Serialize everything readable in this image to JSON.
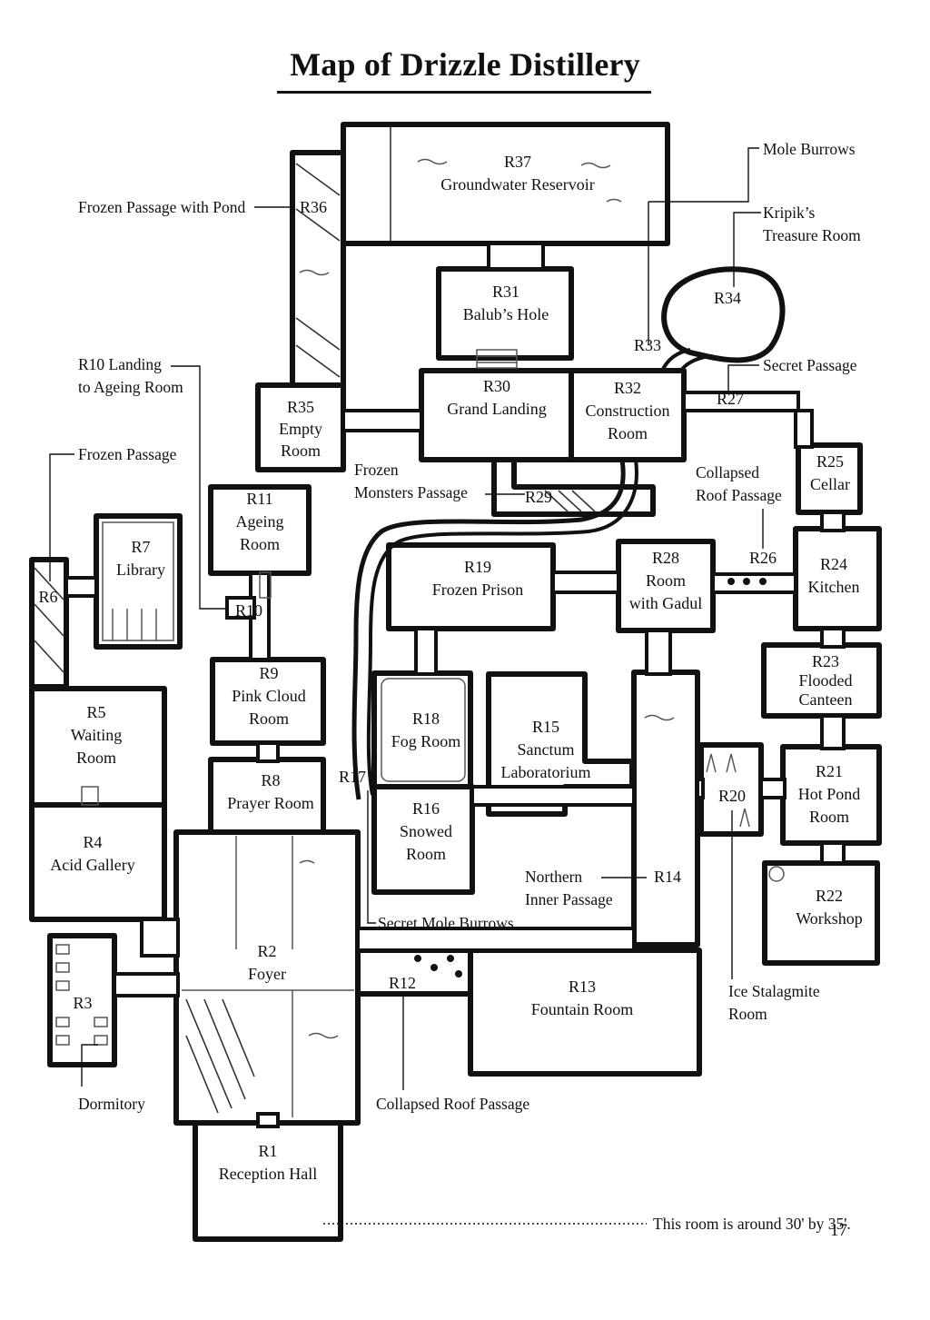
{
  "title": "Map of Drizzle Distillery",
  "page_number": "17",
  "scale_note": "This room is around 30' by 35'.",
  "rooms": {
    "r1": [
      "R1",
      "Reception Hall"
    ],
    "r2": [
      "R2",
      "Foyer"
    ],
    "r3": [
      "R3"
    ],
    "r4": [
      "R4",
      "Acid Gallery"
    ],
    "r5": [
      "R5",
      "Waiting",
      "Room"
    ],
    "r6": [
      "R6"
    ],
    "r7": [
      "R7",
      "Library"
    ],
    "r8": [
      "R8",
      "Prayer Room"
    ],
    "r9": [
      "R9",
      "Pink Cloud",
      "Room"
    ],
    "r10": [
      "R10"
    ],
    "r11": [
      "R11",
      "Ageing",
      "Room"
    ],
    "r12": [
      "R12"
    ],
    "r13": [
      "R13",
      "Fountain Room"
    ],
    "r14": [
      "R14"
    ],
    "r15": [
      "R15",
      "Sanctum",
      "Laboratorium"
    ],
    "r16": [
      "R16",
      "Snowed",
      "Room"
    ],
    "r17": [
      "R17"
    ],
    "r18": [
      "R18",
      "Fog Room"
    ],
    "r19": [
      "R19",
      "Frozen Prison"
    ],
    "r20": [
      "R20"
    ],
    "r21": [
      "R21",
      "Hot Pond",
      "Room"
    ],
    "r22": [
      "R22",
      "Workshop"
    ],
    "r23": [
      "R23",
      "Flooded",
      "Canteen"
    ],
    "r24": [
      "R24",
      "Kitchen"
    ],
    "r25": [
      "R25",
      "Cellar"
    ],
    "r26": [
      "R26"
    ],
    "r27": [
      "R27"
    ],
    "r28": [
      "R28",
      "Room",
      "with Gadul"
    ],
    "r29": [
      "R29"
    ],
    "r30": [
      "R30",
      "Grand Landing"
    ],
    "r31": [
      "R31",
      "Balub’s Hole"
    ],
    "r32": [
      "R32",
      "Construction",
      "Room"
    ],
    "r33": [
      "R33"
    ],
    "r34": [
      "R34"
    ],
    "r35": [
      "R35",
      "Empty",
      "Room"
    ],
    "r36": [
      "R36"
    ],
    "r37": [
      "R37",
      "Groundwater Reservoir"
    ]
  },
  "callouts": {
    "frozen_passage_pond": [
      "Frozen Passage with Pond"
    ],
    "r10_landing": [
      "R10 Landing",
      "to Ageing Room"
    ],
    "frozen_passage": [
      "Frozen Passage"
    ],
    "frozen_monsters": [
      "Frozen",
      "Monsters Passage"
    ],
    "mole_burrows": [
      "Mole Burrows"
    ],
    "kripik": [
      "Kripik’s",
      "Treasure Room"
    ],
    "secret_passage": [
      "Secret Passage"
    ],
    "collapsed_roof_26": [
      "Collapsed",
      "Roof Passage"
    ],
    "secret_mole": [
      "Secret Mole Burrows"
    ],
    "northern_inner": [
      "Northern",
      "Inner Passage"
    ],
    "ice_stalagmite": [
      "Ice Stalagmite",
      "Room"
    ],
    "dormitory": [
      "Dormitory"
    ],
    "collapsed_roof_12": [
      "Collapsed Roof Passage"
    ]
  }
}
